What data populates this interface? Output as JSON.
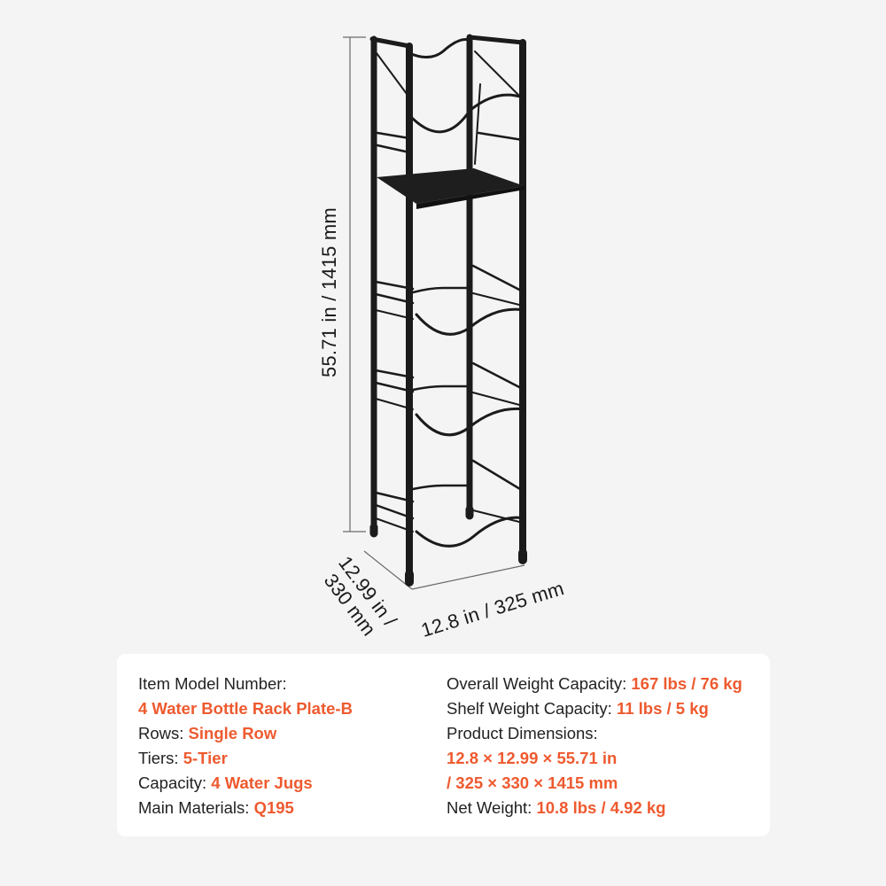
{
  "dimensions": {
    "height": "55.71 in / 1415 mm",
    "width": "12.8 in / 325 mm",
    "depth_line1": "12.99 in /",
    "depth_line2": "330 mm"
  },
  "specs": {
    "model_label": "Item Model Number:",
    "model_value": "4 Water Bottle Rack Plate-B",
    "rows_label": "Rows:",
    "rows_value": "Single Row",
    "tiers_label": "Tiers:",
    "tiers_value": "5-Tier",
    "capacity_label": "Capacity:",
    "capacity_value": "4 Water Jugs",
    "materials_label": "Main Materials:",
    "materials_value": "Q195",
    "overall_label": "Overall Weight Capacity:",
    "overall_value": "167 lbs / 76 kg",
    "shelf_label": "Shelf Weight Capacity:",
    "shelf_value": "11 lbs / 5 kg",
    "dimensions_label": "Product Dimensions:",
    "dimensions_value_line1": "12.8 × 12.99 × 55.71 in",
    "dimensions_value_line2": "/ 325 × 330 × 1415 mm",
    "net_label": "Net Weight:",
    "net_value": "10.8 lbs / 4.92 kg"
  },
  "colors": {
    "background": "#f4f4f4",
    "accent": "#ee5a2f",
    "frame": "#1b1b1b"
  }
}
